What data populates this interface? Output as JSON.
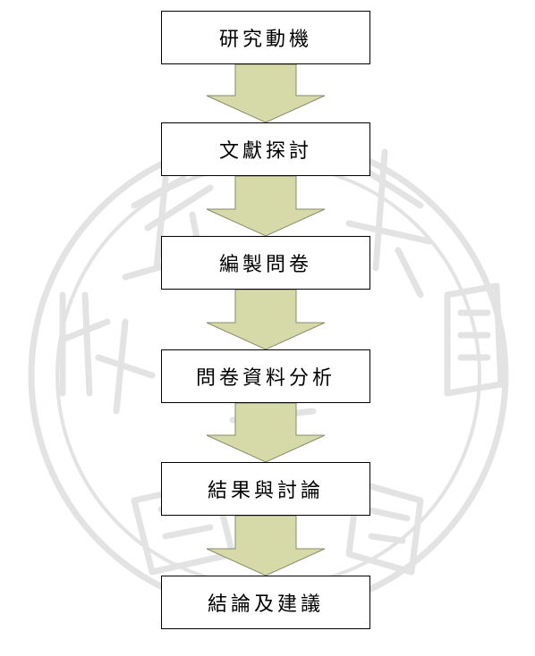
{
  "flowchart": {
    "steps": [
      {
        "label": "研究動機"
      },
      {
        "label": "文獻探討"
      },
      {
        "label": "編製問卷"
      },
      {
        "label": "問卷資料分析"
      },
      {
        "label": "結果與討論"
      },
      {
        "label": "結論及建議"
      }
    ]
  },
  "colors": {
    "arrow_fill": "#d6d9a8",
    "arrow_stroke": "#8a8a70",
    "box_border": "#000000",
    "watermark": "#e2e2e2"
  }
}
